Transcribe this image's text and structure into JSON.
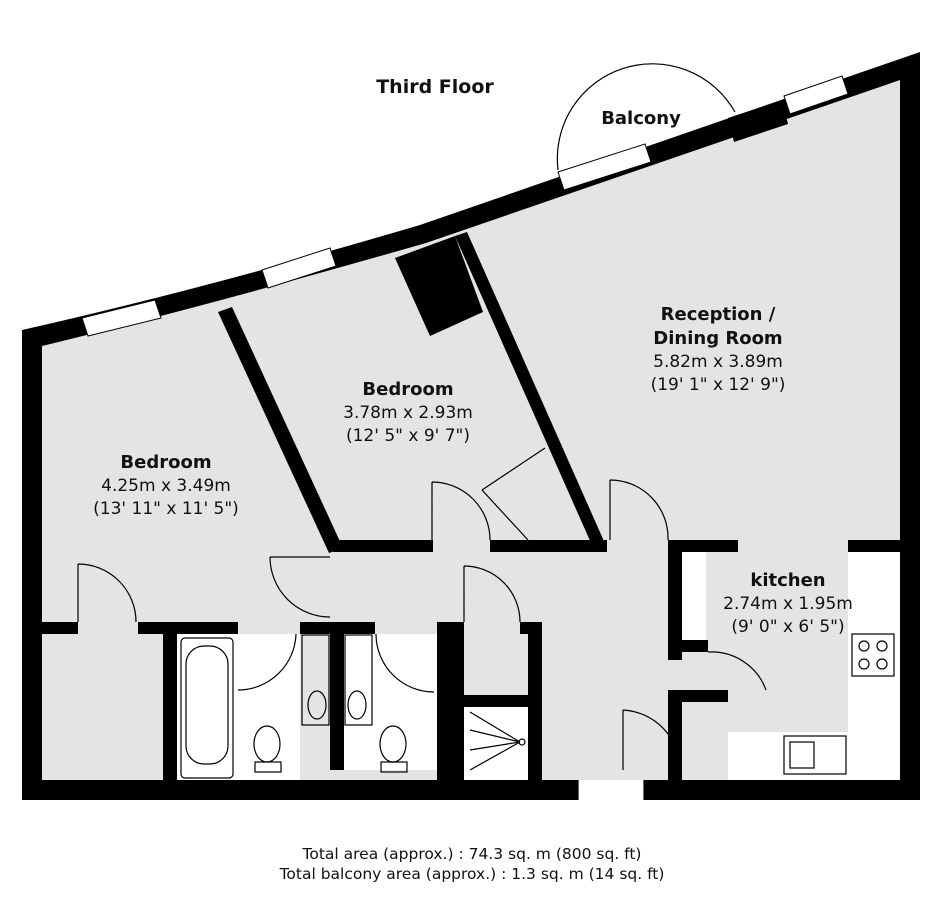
{
  "floor_label": "Third Floor",
  "balcony_label": "Balcony",
  "rooms": {
    "bedroom_left": {
      "name": "Bedroom",
      "size_m": "4.25m x 3.49m",
      "size_ft": "(13' 11\" x 11' 5\")"
    },
    "bedroom_middle": {
      "name": "Bedroom",
      "size_m": "3.78m x 2.93m",
      "size_ft": "(12' 5\" x 9' 7\")"
    },
    "reception": {
      "name_line1": "Reception /",
      "name_line2": "Dining Room",
      "size_m": "5.82m x 3.89m",
      "size_ft": "(19' 1\" x 12' 9\")"
    },
    "kitchen": {
      "name": "kitchen",
      "size_m": "2.74m x 1.95m",
      "size_ft": "(9' 0\" x 6' 5\")"
    }
  },
  "totals": {
    "total_area": "Total area (approx.) : 74.3 sq. m (800 sq. ft)",
    "balcony_area": "Total balcony area (approx.) : 1.3 sq. m (14 sq. ft)"
  }
}
